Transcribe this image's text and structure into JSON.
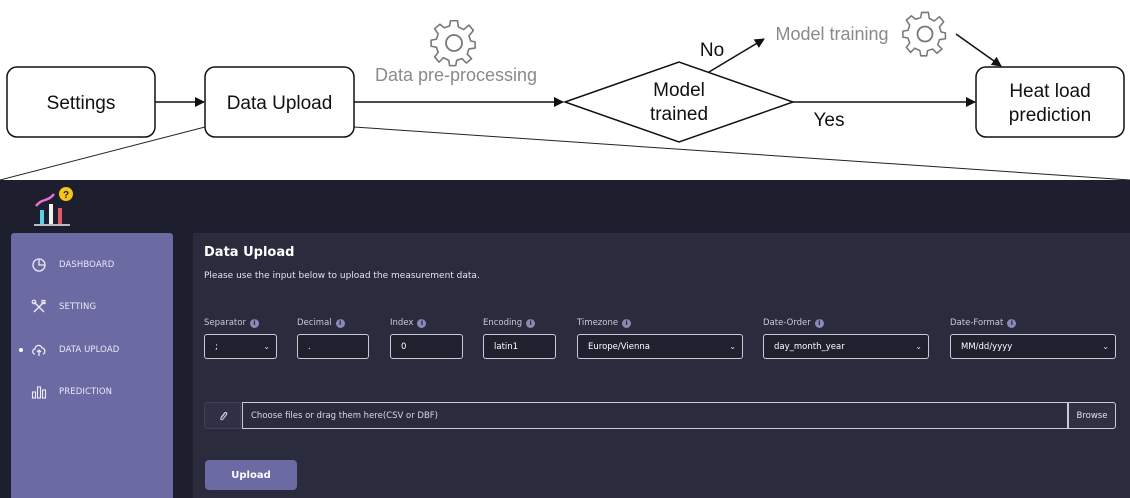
{
  "flowchart": {
    "settings_label": "Settings",
    "upload_label": "Data Upload",
    "preprocessing_label": "Data pre-processing",
    "decision_line1": "Model",
    "decision_line2": "trained",
    "no_label": "No",
    "yes_label": "Yes",
    "training_label": "Model training",
    "prediction_line1": "Heat load",
    "prediction_line2": "prediction"
  },
  "app": {
    "sidebar": {
      "items": [
        {
          "label": "DASHBOARD",
          "icon": "pie-chart-icon",
          "active": false
        },
        {
          "label": "SETTING",
          "icon": "tools-icon",
          "active": false
        },
        {
          "label": "DATA UPLOAD",
          "icon": "cloud-upload-icon",
          "active": true
        },
        {
          "label": "PREDICTION",
          "icon": "bar-chart-icon",
          "active": false
        }
      ]
    },
    "main": {
      "title": "Data Upload",
      "subtitle": "Please use the input below to upload the measurement data.",
      "fields": [
        {
          "label": "Separator",
          "value": ";",
          "type": "select"
        },
        {
          "label": "Decimal",
          "value": ".",
          "type": "input"
        },
        {
          "label": "Index",
          "value": "0",
          "type": "input"
        },
        {
          "label": "Encoding",
          "value": "latin1",
          "type": "input"
        },
        {
          "label": "Timezone",
          "value": "Europe/Vienna",
          "type": "select"
        },
        {
          "label": "Date-Order",
          "value": "day_month_year",
          "type": "select"
        },
        {
          "label": "Date-Format",
          "value": "MM/dd/yyyy",
          "type": "select"
        }
      ],
      "file_placeholder": "Choose files or drag them here(CSV or DBF)",
      "browse_label": "Browse",
      "upload_label": "Upload"
    },
    "colors": {
      "background": "#1e1f2e",
      "panel": "#2a2b3d",
      "sidebar": "#6b6aa3",
      "accent": "#6b6aa3"
    }
  }
}
